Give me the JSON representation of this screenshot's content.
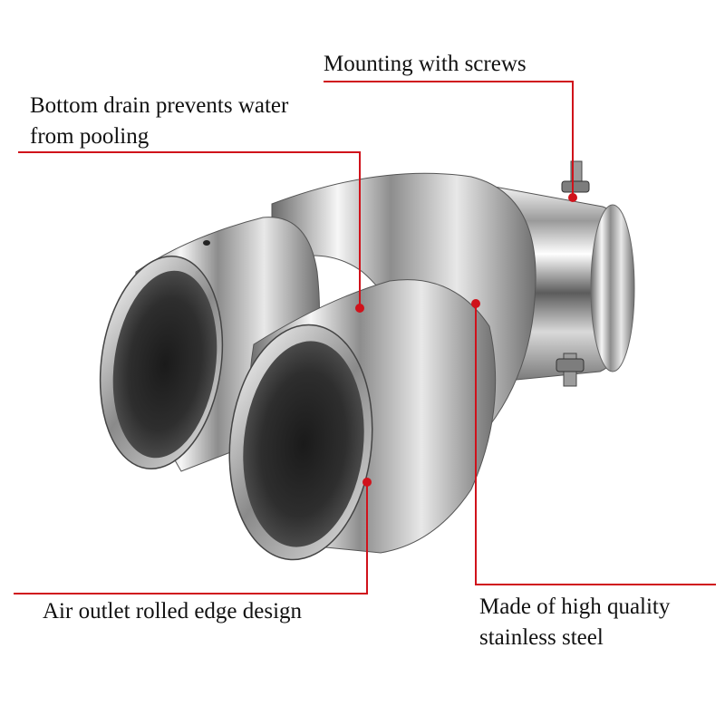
{
  "callouts": {
    "screws": {
      "text": "Mounting with screws"
    },
    "drain": {
      "line1": "Bottom drain prevents water",
      "line2": "from pooling"
    },
    "outlet": {
      "text": "Air outlet rolled edge design"
    },
    "steel": {
      "line1": "Made of high quality",
      "line2": "stainless steel"
    }
  },
  "colors": {
    "leader_line": "#d0121b",
    "marker_dot": "#d0121b",
    "text": "#111111",
    "background": "#ffffff"
  },
  "icons": {
    "product": "dual-exhaust-tip-illustration"
  }
}
